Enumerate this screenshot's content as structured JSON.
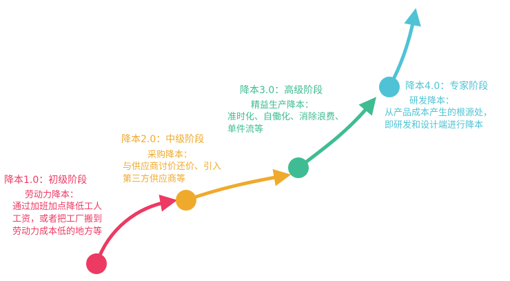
{
  "colors": {
    "stage1": "#ec3a63",
    "stage2": "#efaa2c",
    "stage3": "#3fbc93",
    "stage4": "#4fc3d5"
  },
  "stages": [
    {
      "title": "降本1.0：初级阶段",
      "subtitle": "劳动力降本：",
      "description": "通过加班加点降低工人工资，或者把工厂搬到劳动力成本低的地方等"
    },
    {
      "title": "降本2.0：中级阶段",
      "subtitle": "采购降本：",
      "description": "与供应商讨价还价、引入第三方供应商等"
    },
    {
      "title": "降本3.0：高级阶段",
      "subtitle": "精益生产降本：",
      "description": "准时化、自働化、消除浪费、单件流等"
    },
    {
      "title": "降本4.0：专家阶段",
      "subtitle": "研发降本：",
      "description": "从产品成本产生的根源处，即研发和设计端进行降本"
    }
  ]
}
